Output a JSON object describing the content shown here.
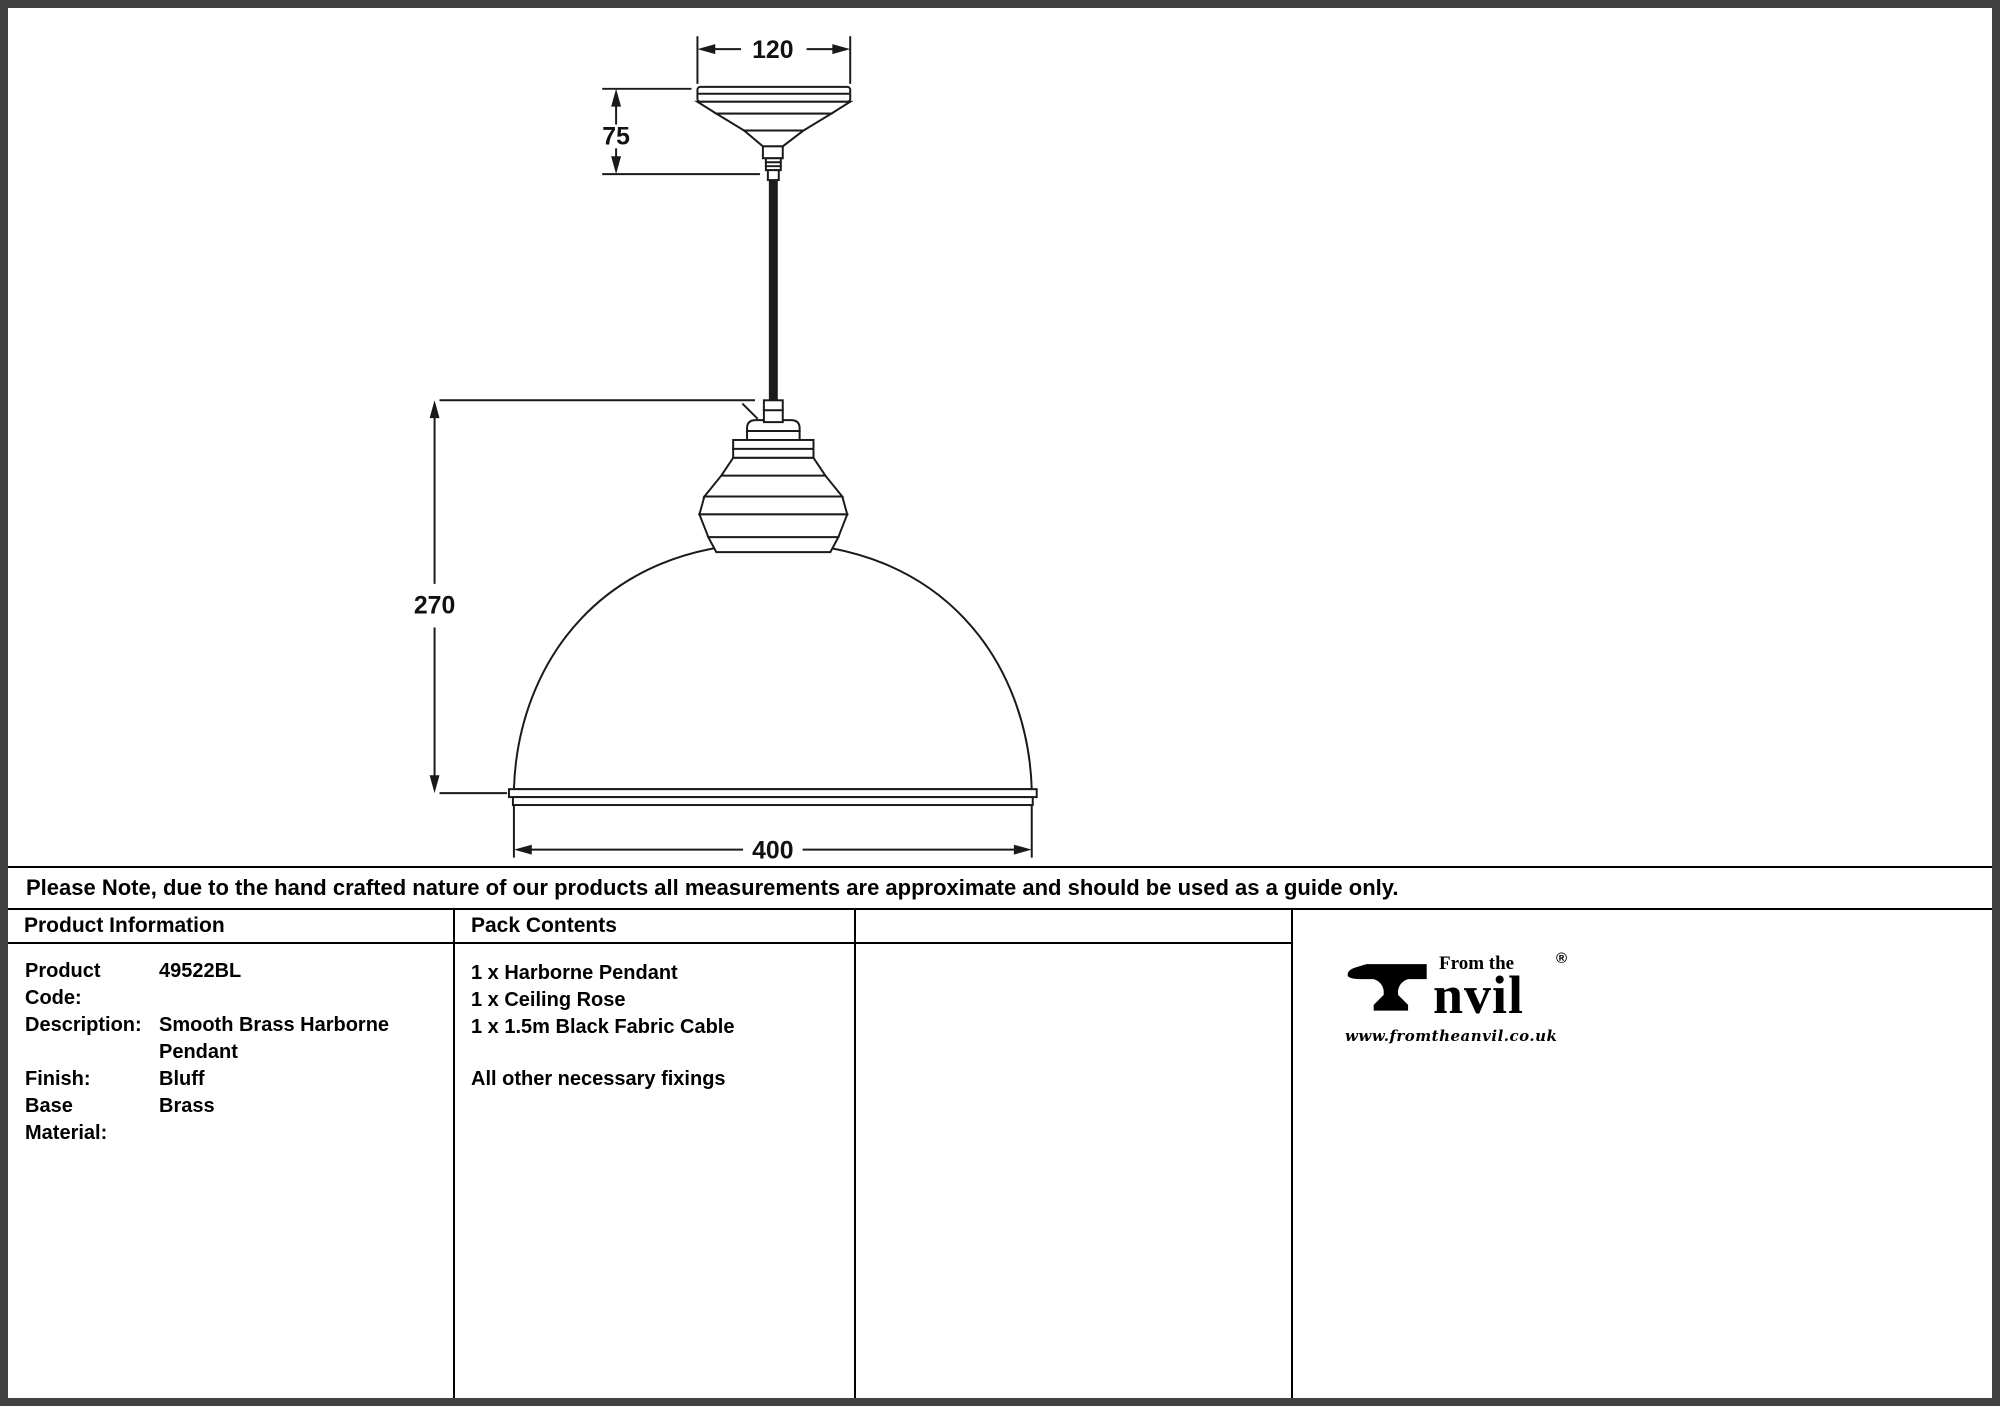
{
  "drawing": {
    "dim_rose_width": "120",
    "dim_rose_height": "75",
    "dim_shade_height": "270",
    "dim_shade_width": "400"
  },
  "note": "Please Note, due to the hand crafted nature of our products all measurements are approximate and should be used as a guide only.",
  "product_info": {
    "header": "Product Information",
    "rows": [
      {
        "label": "Product Code:",
        "value": "49522BL"
      },
      {
        "label": "Description:",
        "value": "Smooth Brass Harborne Pendant"
      },
      {
        "label": "Finish:",
        "value": "Bluff"
      },
      {
        "label": "Base Material:",
        "value": "Brass"
      }
    ]
  },
  "pack_contents": {
    "header": "Pack Contents",
    "items": [
      "1 x Harborne Pendant",
      "1 x Ceiling Rose",
      "1 x 1.5m Black Fabric Cable"
    ],
    "footer": "All other necessary fixings"
  },
  "logo": {
    "from_the": "From the",
    "name_suffix": "nvil",
    "registered": "®",
    "url": "www.fromtheanvil.co.uk"
  }
}
